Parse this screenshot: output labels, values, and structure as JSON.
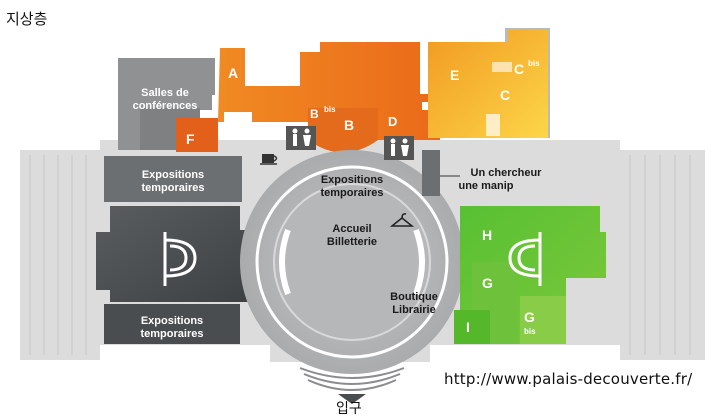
{
  "floor_title": "지상층",
  "website": "http://www.palais-decouverte.fr/",
  "entrance_label": "입구",
  "colors": {
    "orange": "#ef7a1e",
    "orange_dark": "#e2601a",
    "yellow": "#f7b52e",
    "yellow_light": "#fbd040",
    "green": "#5cbf2e",
    "green_dark": "#3f9f1c",
    "gray_dark": "#4a4d4f",
    "gray_mid": "#8a8c8e",
    "gray_light": "#c9cacb"
  },
  "rooms": {
    "salles": "Salles de conférences",
    "expo_top_left": "Expositions temporaires",
    "expo_bottom_left": "Expositions temporaires",
    "expo_center": "Expositions temporaires",
    "accueil": "Accueil Billetterie",
    "boutique": "Boutique Librairie",
    "chercheur": "Un chercheur une manip"
  },
  "zones": {
    "A": "A",
    "B": "B",
    "B_bis": "bis",
    "B_letter": "B",
    "C": "C",
    "C_bis_letter": "C",
    "C_bis": "bis",
    "D": "D",
    "E": "E",
    "F": "F",
    "G": "G",
    "G_bis_letter": "G",
    "G_bis": "bis",
    "H": "H",
    "I": "I"
  },
  "icons": [
    "coffee-icon",
    "restroom-icon",
    "restroom-icon-2",
    "coat-hanger-icon"
  ]
}
